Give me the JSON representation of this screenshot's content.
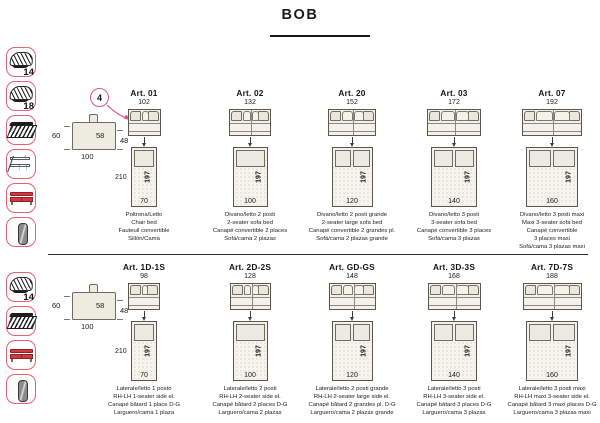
{
  "title": "BOB",
  "icons_top": [
    {
      "name": "cushion-icon",
      "badge": "14"
    },
    {
      "name": "cushion-icon",
      "badge": "18"
    },
    {
      "name": "mattress-layers-icon",
      "badge": ""
    },
    {
      "name": "convertible-mechanism-icon",
      "badge": ""
    },
    {
      "name": "sofa-icon",
      "badge": ""
    },
    {
      "name": "bolster-icon",
      "badge": ""
    }
  ],
  "icons_bottom": [
    {
      "name": "cushion-icon",
      "badge": "14"
    },
    {
      "name": "mattress-layers-icon",
      "badge": ""
    },
    {
      "name": "sofa-icon",
      "badge": ""
    },
    {
      "name": "bolster-icon",
      "badge": ""
    }
  ],
  "profile_top": {
    "height": "60",
    "seat_depth": "58",
    "seat_height": "48",
    "depth": "100"
  },
  "profile_bottom": {
    "height": "60",
    "seat_depth": "58",
    "seat_height": "48",
    "depth": "100"
  },
  "callout": {
    "number": "4"
  },
  "row_top": [
    {
      "art": "Art. 01",
      "width": "102",
      "bed_width": "70",
      "bed_length": "197",
      "total_length": "210",
      "seats": 1,
      "pillows": 1,
      "desc_it": "Poltrona/Letto",
      "desc_en": "Chair bed",
      "desc_fr": "Fauteuil convertible",
      "desc_es": "Sillón/Cama"
    },
    {
      "art": "Art. 02",
      "width": "132",
      "bed_width": "100",
      "bed_length": "197",
      "total_length": "",
      "seats": 2,
      "pillows": 1,
      "desc_it": "Divano/letto 2 posti",
      "desc_en": "2-seater sofa bed",
      "desc_fr": "Canapé convertible 2 places",
      "desc_es": "Sofá/cama 2 plazas"
    },
    {
      "art": "Art. 20",
      "width": "152",
      "bed_width": "120",
      "bed_length": "197",
      "total_length": "",
      "seats": 2,
      "pillows": 2,
      "desc_it": "Divano/letto 2 posti grande",
      "desc_en": "2-seater large sofa bed",
      "desc_fr": "Canapé convertible 2 grandes pl.",
      "desc_es": "Sofá/cama 2 plazas grande"
    },
    {
      "art": "Art. 03",
      "width": "172",
      "bed_width": "140",
      "bed_length": "197",
      "total_length": "",
      "seats": 2,
      "pillows": 2,
      "desc_it": "Divano/letto 3 posti",
      "desc_en": "3-seater sofa bed",
      "desc_fr": "Canapé convertible 3 places",
      "desc_es": "Sofá/cama 3 plazas"
    },
    {
      "art": "Art. 07",
      "width": "192",
      "bed_width": "160",
      "bed_length": "197",
      "total_length": "",
      "seats": 2,
      "pillows": 2,
      "desc_it": "Divano/letto 3 posti maxi",
      "desc_en": "Maxi 3-seater sofa bed",
      "desc_fr": "Canapé convertible",
      "desc_fr2": "3 places maxi",
      "desc_es": "Sofá/cama 3 plazas maxi"
    }
  ],
  "row_bottom": [
    {
      "art": "Art. 1D-1S",
      "width": "98",
      "bed_width": "70",
      "bed_length": "197",
      "total_length": "210",
      "seats": 1,
      "pillows": 1,
      "desc_it": "Laterale/letto 1 posto",
      "desc_en": "RH-LH 1-seater side el.",
      "desc_fr": "Canapé bâtard 1 place D-G",
      "desc_es": "Larguero/cama 1 plaza"
    },
    {
      "art": "Art. 2D-2S",
      "width": "128",
      "bed_width": "100",
      "bed_length": "197",
      "total_length": "",
      "seats": 2,
      "pillows": 1,
      "desc_it": "Laterale/letto 2 posti",
      "desc_en": "RH-LH 2-seater side el.",
      "desc_fr": "Canapé bâtard 2 places D-G",
      "desc_es": "Larguero/cama 2 plazas"
    },
    {
      "art": "Art. GD-GS",
      "width": "148",
      "bed_width": "120",
      "bed_length": "197",
      "total_length": "",
      "seats": 2,
      "pillows": 2,
      "desc_it": "Laterale/letto 2 posti grande",
      "desc_en": "RH-LH 2-seater large side el.",
      "desc_fr": "Canapé bâtard 2 grandes pl. D-G",
      "desc_es": "Larguero/cama 2 plazas grande"
    },
    {
      "art": "Art. 3D-3S",
      "width": "168",
      "bed_width": "140",
      "bed_length": "197",
      "total_length": "",
      "seats": 2,
      "pillows": 2,
      "desc_it": "Laterale/letto 3 posti",
      "desc_en": "RH-LH 3-seater side el.",
      "desc_fr": "Canapé bâtard 3 places D-G",
      "desc_es": "Larguero/cama 3 plazas"
    },
    {
      "art": "Art. 7D-7S",
      "width": "188",
      "bed_width": "160",
      "bed_length": "197",
      "total_length": "",
      "seats": 2,
      "pillows": 2,
      "desc_it": "Laterale/letto 3 posti maxi",
      "desc_en": "RH-LH maxi 3-seater side el.",
      "desc_fr": "Canapé bâtard 3 maxi places D-G",
      "desc_es": "Larguero/cama 3 plazas maxi"
    }
  ],
  "colors": {
    "icon_border": "#e8616f",
    "furniture_fill": "#f3f1e8",
    "furniture_stroke": "#59574f",
    "callout": "#d8568a",
    "arrow_blue": "#2f86d6",
    "sofa_red": "#d4383f"
  }
}
